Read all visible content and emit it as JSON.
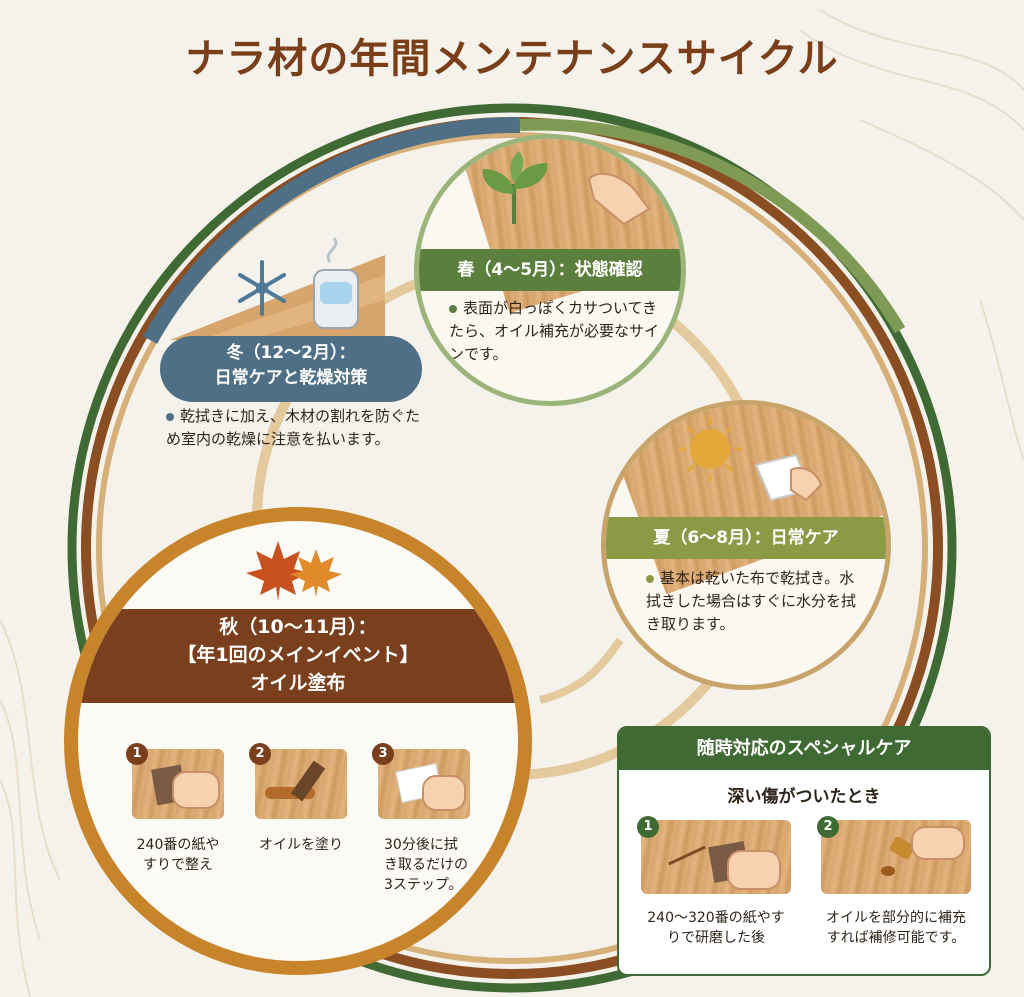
{
  "title": "ナラ材の年間メンテナンスサイクル",
  "colors": {
    "spring": "#5b7f3c",
    "summer": "#8a9a45",
    "autumn": "#7a3f1c",
    "winter": "#4e6f86",
    "special": "#3f6a34",
    "title": "#7a3e18"
  },
  "seasons": {
    "spring": {
      "header": "春（4〜5月）：状態確認",
      "body": "表面が白っぽくカサついてきたら、オイル補充が必要なサインです。",
      "icons": [
        "leaf-sprout-icon",
        "hand-icon"
      ]
    },
    "summer": {
      "header": "夏（6〜8月）：日常ケア",
      "body": "基本は乾いた布で乾拭き。水拭きした場合はすぐに水分を拭き取ります。",
      "icons": [
        "sun-icon",
        "cloth-icon"
      ]
    },
    "winter": {
      "header_line1": "冬（12〜2月）：",
      "header_line2": "日常ケアと乾燥対策",
      "body": "乾拭きに加え、木材の割れを防ぐため室内の乾燥に注意を払います。",
      "icons": [
        "snowflake-icon",
        "humidifier-icon"
      ]
    },
    "autumn": {
      "header_line1": "秋（10〜11月）：",
      "header_line2": "【年1回のメインイベント】",
      "header_line3": "オイル塗布",
      "icons": [
        "maple-leaf-icon"
      ],
      "steps": [
        {
          "num": "1",
          "text": "240番の紙やすりで整え"
        },
        {
          "num": "2",
          "text": "オイルを塗り"
        },
        {
          "num": "3",
          "text": "30分後に拭き取るだけの3ステップ。"
        }
      ]
    }
  },
  "special": {
    "header": "随時対応のスペシャルケア",
    "subheader": "深い傷がついたとき",
    "steps": [
      {
        "num": "1",
        "text": "240〜320番の紙やすりで研磨した後"
      },
      {
        "num": "2",
        "text": "オイルを部分的に補充すれば補修可能です。"
      }
    ]
  }
}
